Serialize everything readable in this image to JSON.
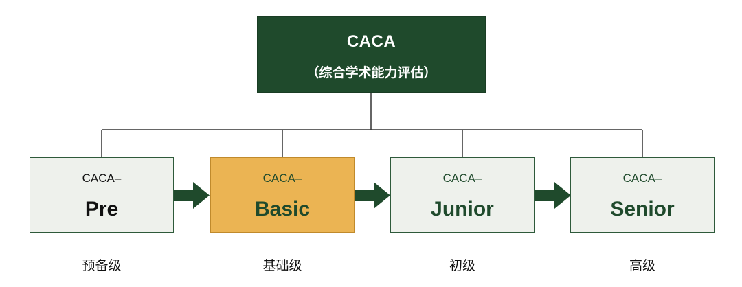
{
  "root": {
    "title": "CACA",
    "subtitle": "（综合学术能力评估）"
  },
  "levels": [
    {
      "prefix": "CACA–",
      "name": "Pre",
      "caption": "预备级"
    },
    {
      "prefix": "CACA–",
      "name": "Basic",
      "caption": "基础级"
    },
    {
      "prefix": "CACA–",
      "name": "Junior",
      "caption": "初级"
    },
    {
      "prefix": "CACA–",
      "name": "Senior",
      "caption": "高级"
    }
  ],
  "colors": {
    "primary_green": "#1f4a2c",
    "highlight_orange": "#ebb453",
    "box_fill": "#eef1ec",
    "connector_line": "#333333"
  }
}
